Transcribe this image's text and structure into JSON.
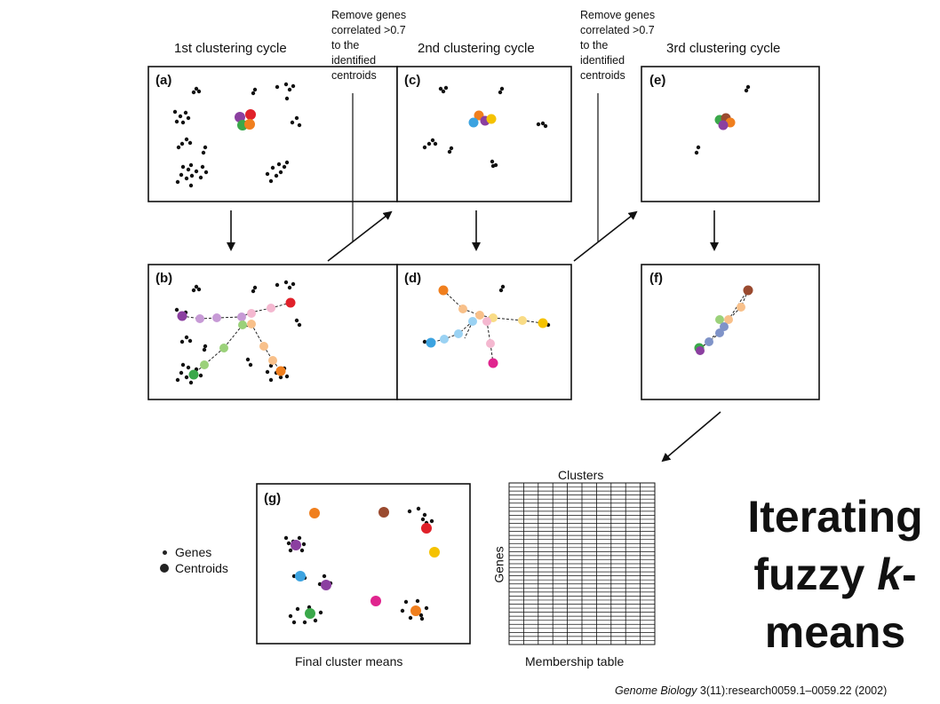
{
  "cycles": {
    "first": "1st clustering cycle",
    "second": "2nd clustering cycle",
    "third": "3rd clustering cycle"
  },
  "panels": {
    "a": "(a)",
    "b": "(b)",
    "c": "(c)",
    "d": "(d)",
    "e": "(e)",
    "f": "(f)",
    "g": "(g)"
  },
  "notes": {
    "remove_1": [
      "Remove genes",
      "correlated >0.7",
      "to the",
      "identified",
      "centroids"
    ],
    "remove_2": [
      "Remove genes",
      "correlated >0.7",
      "to the",
      "identified",
      "centroids"
    ]
  },
  "legend": {
    "genes": "Genes",
    "centroids": "Centroids"
  },
  "labels": {
    "final_means": "Final cluster means",
    "membership_table": "Membership table",
    "clusters": "Clusters",
    "genes_axis": "Genes"
  },
  "title": {
    "line1": "Iterating",
    "line2_pre": "fuzzy ",
    "line2_k": "k",
    "line2_post": "-",
    "line3": "means"
  },
  "citation": {
    "journal": "Genome Biology",
    "rest": " 3(11):research0059.1–0059.22 (2002)"
  },
  "colors": {
    "purple": "#8b3fa0",
    "red": "#e0212a",
    "green": "#3aa84a",
    "orange": "#f07f1e",
    "blue": "#3ca3e0",
    "yellow": "#f5c200",
    "pink": "#e0248e",
    "brown": "#9a4a2f",
    "lilac": "#c79ad6",
    "lightgreen": "#9bd17a",
    "peach": "#f8c08a",
    "lightpink": "#f4b8d0",
    "lightblue": "#9ad2f3",
    "lightyellow": "#f9dc86",
    "slate": "#7f93c8"
  }
}
